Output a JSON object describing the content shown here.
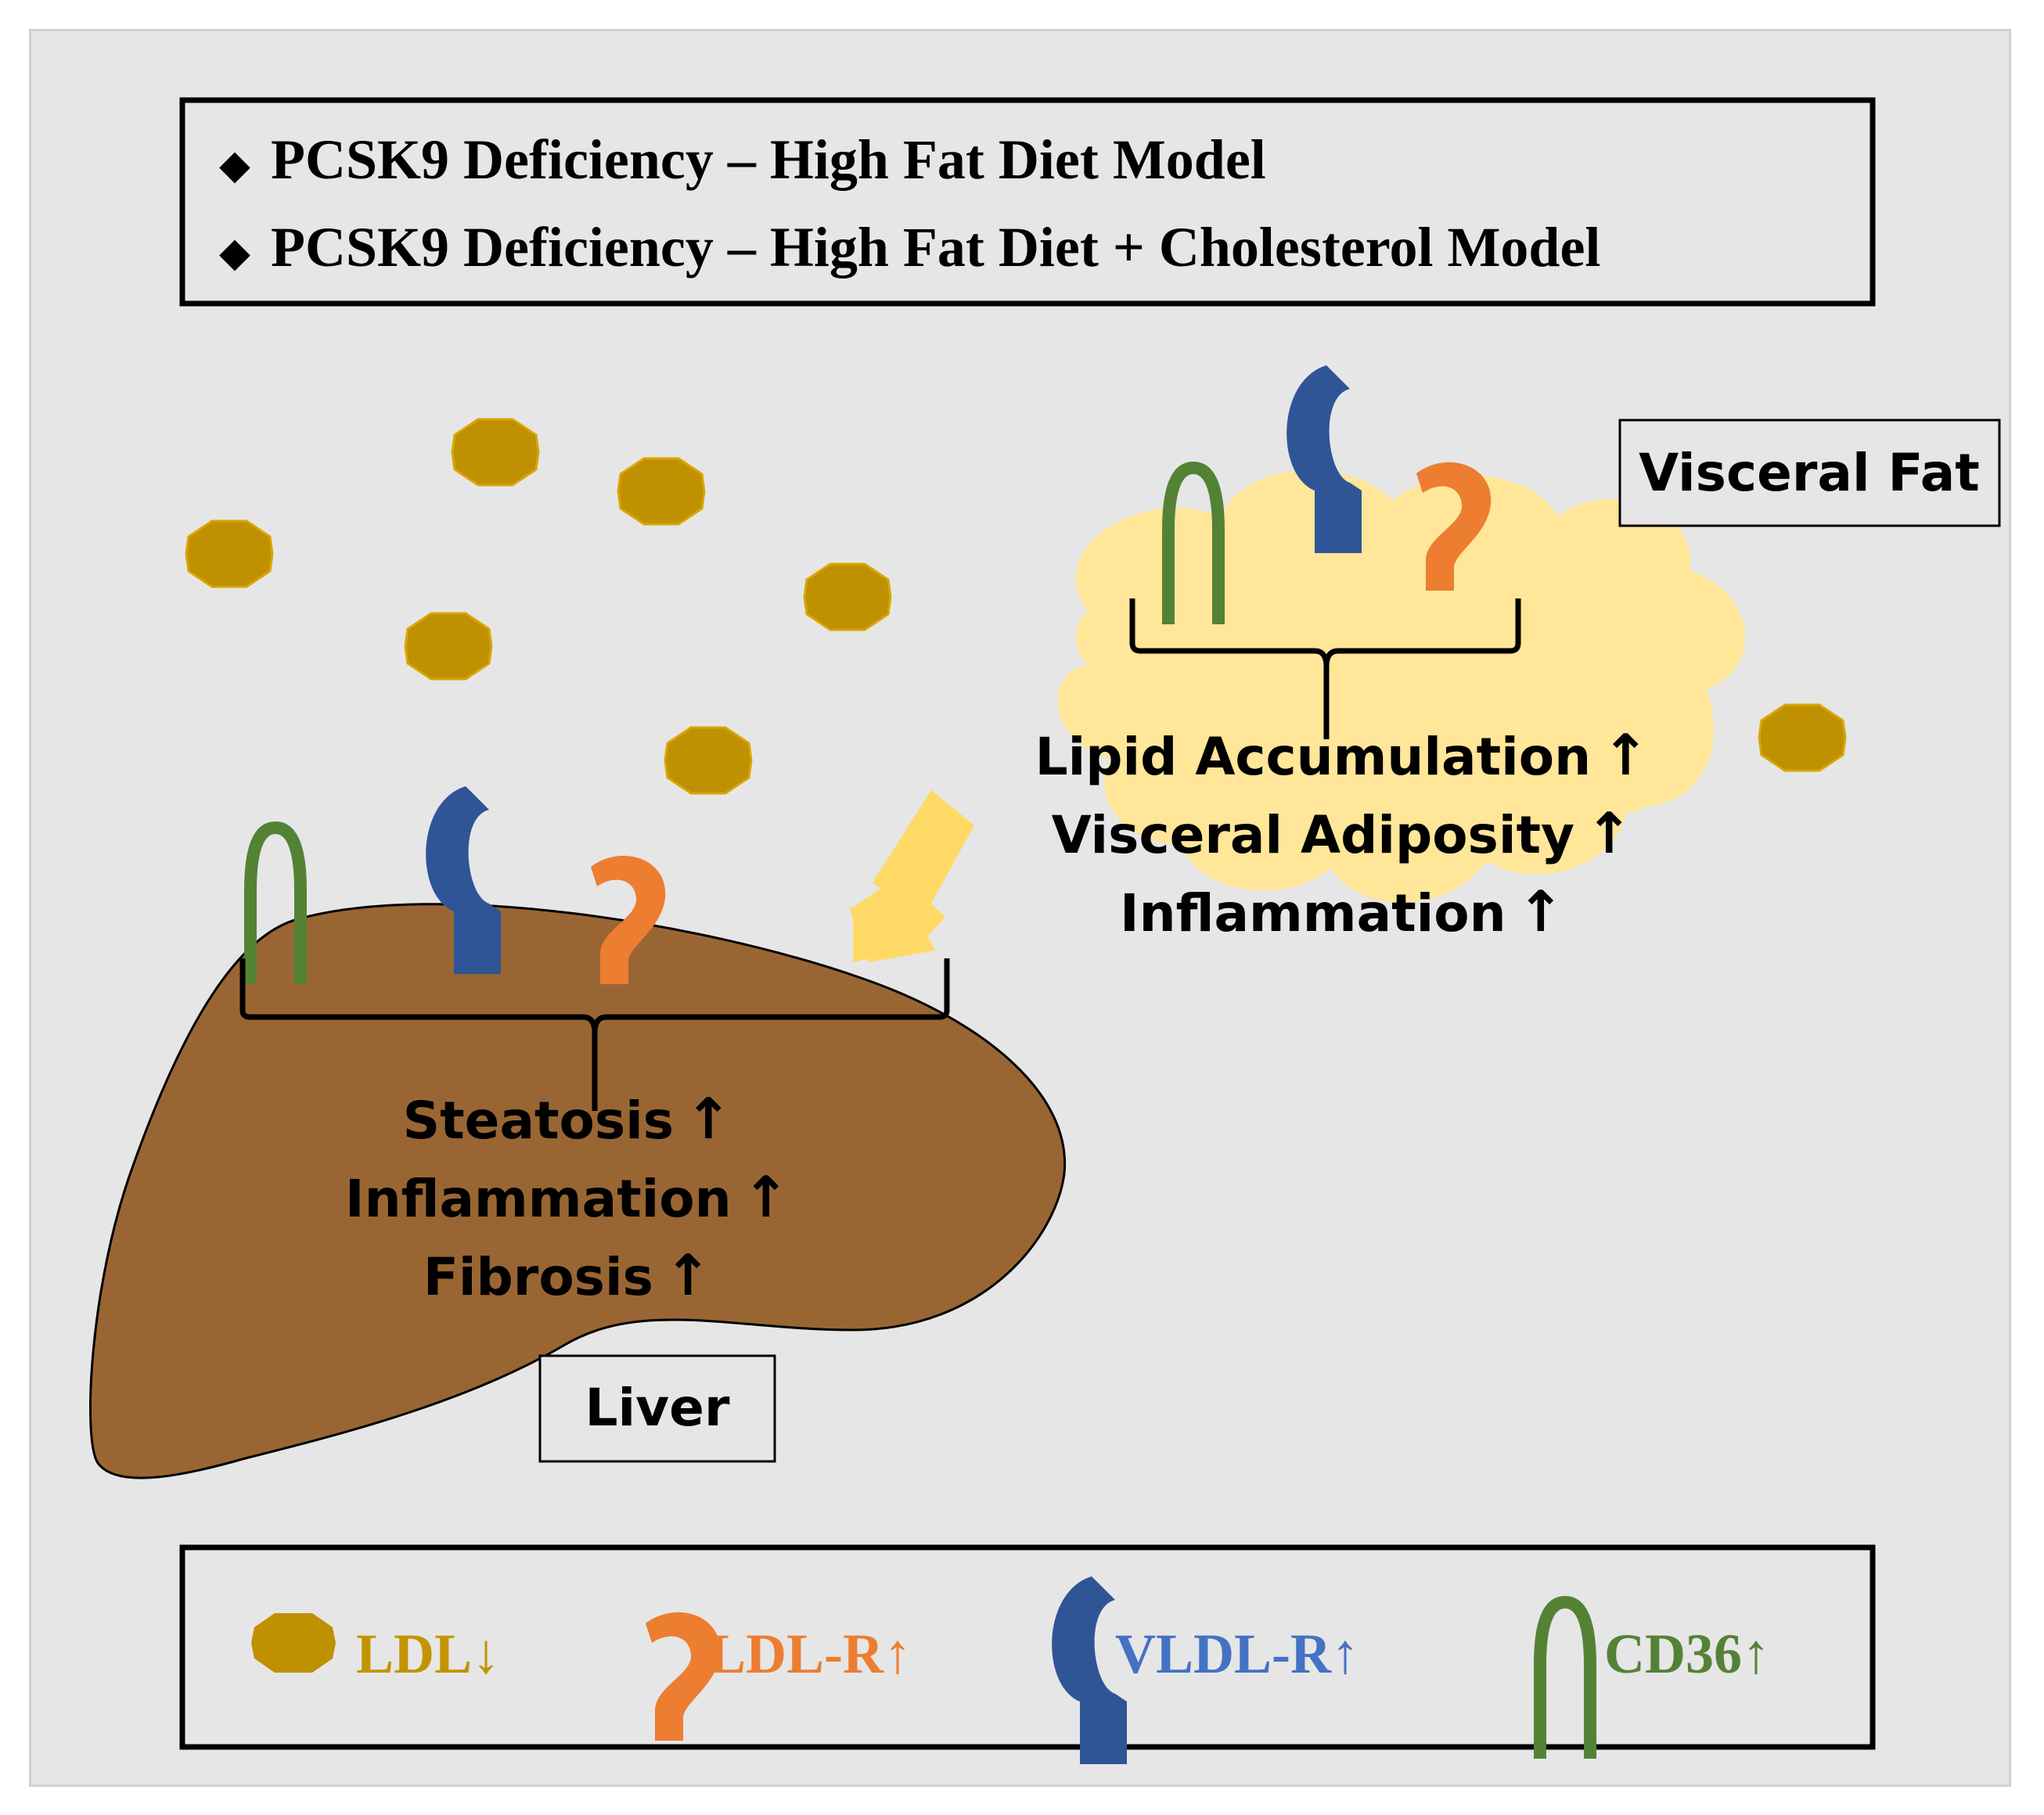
{
  "header": {
    "bullet": "◆",
    "lines": [
      "PCSK9 Deficiency – High Fat Diet Model",
      "PCSK9 Deficiency – High Fat Diet + Cholesterol Model"
    ]
  },
  "visceral_fat": {
    "label": "Visceral Fat",
    "effects": [
      "Lipid Accumulation",
      "Visceral Adiposity",
      "Inflammation"
    ]
  },
  "liver": {
    "label": "Liver",
    "effects": [
      "Steatosis",
      "Inflammation",
      "Fibrosis"
    ]
  },
  "up_arrow": "↑",
  "legend": [
    {
      "name": "LDL",
      "arrow": "↓",
      "color": "#c39400"
    },
    {
      "name": "LDL-R",
      "arrow": "↑",
      "color": "#ed7d31"
    },
    {
      "name": "VLDL-R",
      "arrow": "↑",
      "color": "#4472c4"
    },
    {
      "name": "CD36",
      "arrow": "↑",
      "color": "#548235"
    }
  ],
  "colors": {
    "ldl_particle": "#bf9000",
    "liver": "#996633",
    "fat_cloud": "#ffe699",
    "arrow": "#ffd966",
    "vldl_receptor": "#2f5597",
    "ldl_receptor": "#ed7d31",
    "cd36_receptor": "#548235"
  }
}
